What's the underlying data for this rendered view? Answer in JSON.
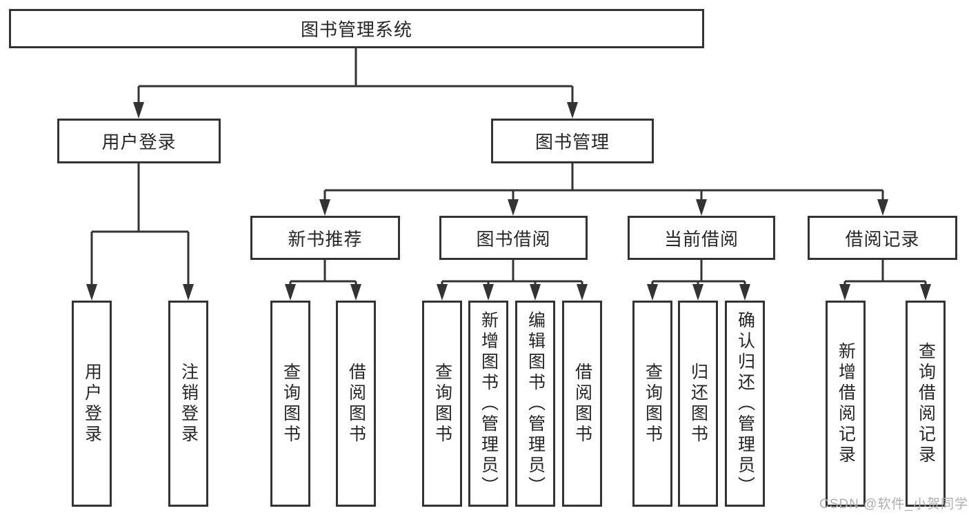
{
  "tree": {
    "root": {
      "label": "图书管理系统",
      "children": [
        {
          "label": "用户登录",
          "children": [
            {
              "label": "用户登录"
            },
            {
              "label": "注销登录"
            }
          ]
        },
        {
          "label": "图书管理",
          "children": [
            {
              "label": "新书推荐",
              "children": [
                {
                  "label": "查询图书"
                },
                {
                  "label": "借阅图书"
                }
              ]
            },
            {
              "label": "图书借阅",
              "children": [
                {
                  "label": "查询图书"
                },
                {
                  "label": "新增图书（管理员）"
                },
                {
                  "label": "编辑图书（管理员）"
                },
                {
                  "label": "借阅图书"
                }
              ]
            },
            {
              "label": "当前借阅",
              "children": [
                {
                  "label": "查询图书"
                },
                {
                  "label": "归还图书"
                },
                {
                  "label": "确认归还（管理员）"
                }
              ]
            },
            {
              "label": "借阅记录",
              "children": [
                {
                  "label": "新增借阅记录"
                },
                {
                  "label": "查询借阅记录"
                }
              ]
            }
          ]
        }
      ]
    }
  },
  "watermark": {
    "text": "CSDN @软件_小贺同学"
  },
  "colors": {
    "line": "#333333",
    "box_border": "#333333",
    "box_fill": "#ffffff",
    "text": "#262626",
    "watermark": "#aeaeae",
    "background": "#ffffff"
  }
}
